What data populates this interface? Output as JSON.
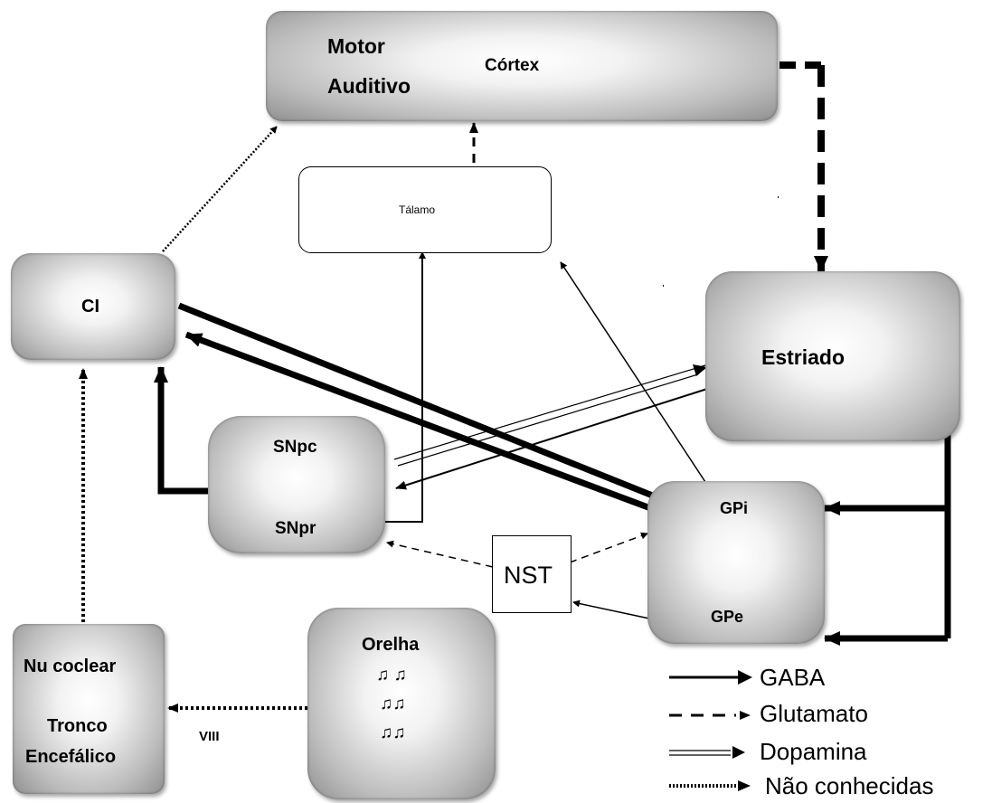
{
  "nodes": {
    "cortex": {
      "line1": "Motor",
      "line2": "Auditivo",
      "label": "Córtex"
    },
    "talamo": "Tálamo",
    "ci": "CI",
    "estriado": "Estriado",
    "snpc": "SNpc",
    "snpr": "SNpr",
    "gpi": "GPi",
    "gpe": "GPe",
    "nst": "NST",
    "nucleo": {
      "line1": "Nu coclear",
      "line2": "Tronco",
      "line3": "Encefálico"
    },
    "orelha": {
      "title": "Orelha",
      "notes1": "♫ ♫",
      "notes2": "♫♫",
      "notes3": "♫♫"
    }
  },
  "labels": {
    "viii": "VIII"
  },
  "legend": {
    "gaba": "GABA",
    "glutamato": "Glutamato",
    "dopamina": "Dopamina",
    "nao_conhecidas": "Não conhecidas"
  }
}
